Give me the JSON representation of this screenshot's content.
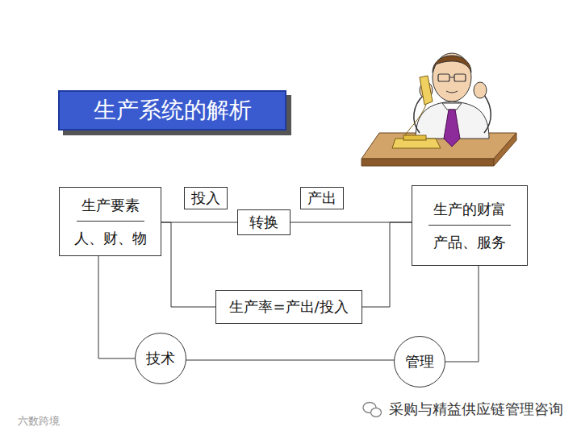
{
  "diagram": {
    "title": "生产系统的解析",
    "nodes": [
      {
        "text": [
          "生产要素",
          "人、财、物"
        ]
      },
      {
        "text": [
          "投入"
        ]
      },
      {
        "text": [
          "转换"
        ]
      },
      {
        "text": [
          "产出"
        ]
      },
      {
        "text": [
          "生产的财富",
          "产品、服务"
        ]
      },
      {
        "text": [
          "生产率=产出/投入"
        ]
      },
      {
        "text": [
          "技术"
        ]
      },
      {
        "text": [
          "管理"
        ]
      }
    ],
    "edges": [
      {
        "from": 0,
        "to": 2,
        "arrow": "none"
      },
      {
        "from": 2,
        "to": 4,
        "arrow": "none"
      },
      {
        "from": 0,
        "to": 5,
        "arrow": "none"
      },
      {
        "from": 5,
        "to": 4,
        "arrow": "none"
      },
      {
        "from": 0,
        "to": 6,
        "arrow": "none"
      },
      {
        "from": 6,
        "to": 7,
        "arrow": "none"
      },
      {
        "from": 7,
        "to": 4,
        "arrow": "none"
      }
    ],
    "labels": [
      "采购与精益供应链管理咨询",
      "六数跨境"
    ]
  }
}
